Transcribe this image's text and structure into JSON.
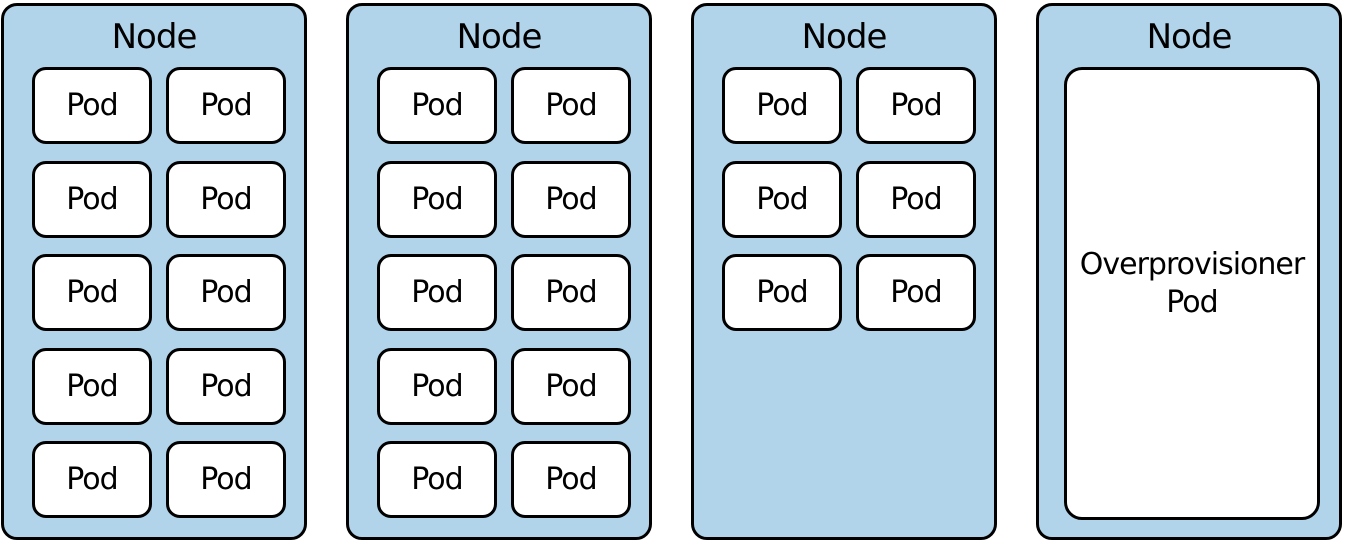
{
  "nodes": [
    {
      "title": "Node",
      "pods": [
        "Pod",
        "Pod",
        "Pod",
        "Pod",
        "Pod",
        "Pod",
        "Pod",
        "Pod",
        "Pod",
        "Pod"
      ]
    },
    {
      "title": "Node",
      "pods": [
        "Pod",
        "Pod",
        "Pod",
        "Pod",
        "Pod",
        "Pod",
        "Pod",
        "Pod",
        "Pod",
        "Pod"
      ]
    },
    {
      "title": "Node",
      "pods": [
        "Pod",
        "Pod",
        "Pod",
        "Pod",
        "Pod",
        "Pod"
      ]
    },
    {
      "title": "Node",
      "overprovisioner": {
        "line1": "Overprovisioner",
        "line2": "Pod"
      }
    }
  ],
  "colors": {
    "node_fill": "#b1d4ea",
    "pod_fill": "#ffffff",
    "stroke": "#000000"
  }
}
